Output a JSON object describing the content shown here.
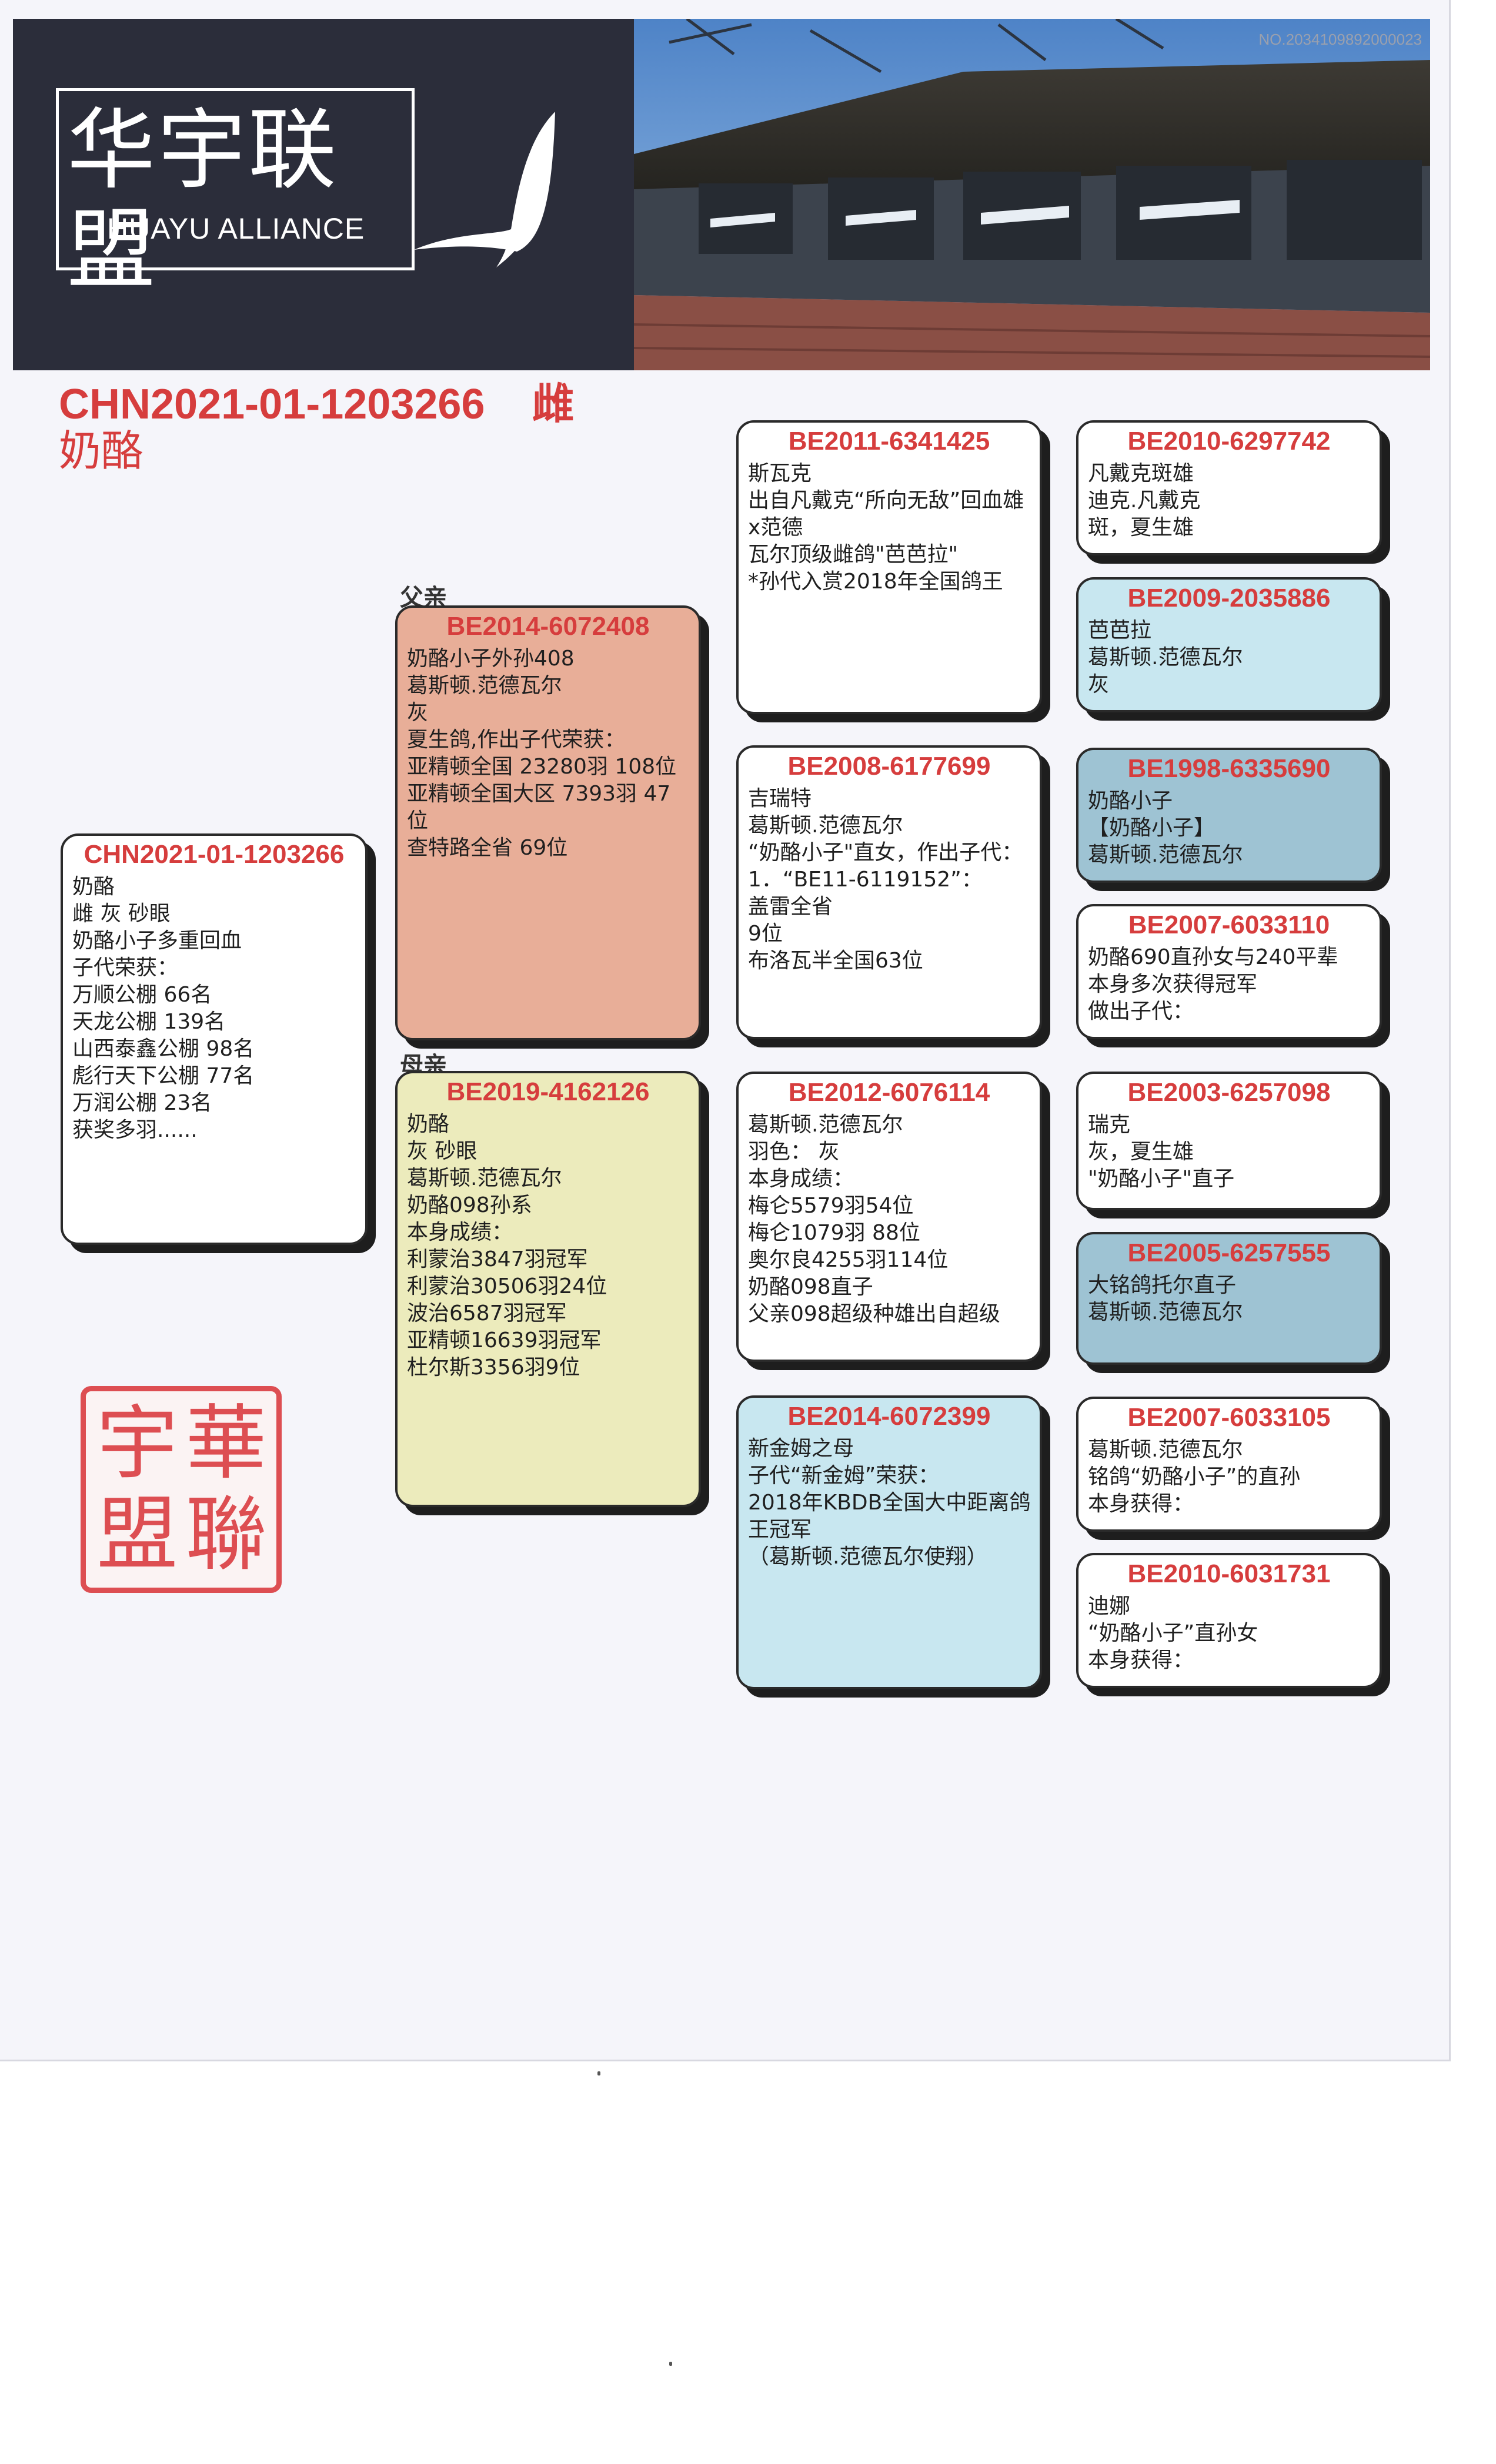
{
  "brand": {
    "name_cn": "华宇联盟",
    "name_en": "HUAYU ALLIANCE",
    "serial": "NO.2034109892000023"
  },
  "heading": {
    "ring": "CHN2021-01-1203266    雌",
    "name": "奶酪"
  },
  "labels": {
    "father": "父亲",
    "mother": "母亲"
  },
  "subject": {
    "ring": "CHN2021-01-1203266",
    "lines": "奶酪\n雌   灰   砂眼\n奶酪小子多重回血\n子代荣获：\n万顺公棚 66名\n天龙公棚 139名\n山西泰鑫公棚 98名\n彪行天下公棚 77名\n万润公棚 23名\n获奖多羽......"
  },
  "father": {
    "ring": "BE2014-6072408",
    "lines": "奶酪小子外孙408\n葛斯顿.范德瓦尔\n灰\n夏生鸽,作出子代荣获：\n亚精顿全国    23280羽 108位\n亚精顿全国大区 7393羽  47位\n查特路全省             69位"
  },
  "mother": {
    "ring": "BE2019-4162126",
    "lines": "奶酪\n灰   砂眼\n葛斯顿.范德瓦尔\n奶酪098孙系\n本身成绩：\n利蒙治3847羽冠军\n利蒙治30506羽24位\n波治6587羽冠军\n亚精顿16639羽冠军\n杜尔斯3356羽9位"
  },
  "grandparents": {
    "ff": {
      "ring": "BE2011-6341425",
      "lines": "斯瓦克\n出自凡戴克“所向无敌”回血雄x范德\n瓦尔顶级雌鸽\"芭芭拉\"\n*孙代入赏2018年全国鸽王"
    },
    "fm": {
      "ring": "BE2008-6177699",
      "lines": "吉瑞特\n葛斯顿.范德瓦尔\n“奶酪小子\"直女，作出子代：\n1．“BE11-6119152”：\n盖雷全省\n9位\n布洛瓦半全国63位"
    },
    "mf": {
      "ring": "BE2012-6076114",
      "lines": "葛斯顿.范德瓦尔\n羽色：  灰\n本身成绩：\n梅仑5579羽54位\n梅仑1079羽 88位\n奥尔良4255羽114位\n奶酪098直子\n父亲098超级种雄出自超级"
    },
    "mm": {
      "ring": "BE2014-6072399",
      "lines": "新金姆之母\n子代“新金姆”荣获：\n2018年KBDB全国大中距离鸽王冠军\n（葛斯顿.范德瓦尔使翔）"
    }
  },
  "great_grandparents": {
    "fff": {
      "ring": "BE2010-6297742",
      "lines": "凡戴克斑雄\n迪克.凡戴克\n斑，夏生雄"
    },
    "ffm": {
      "ring": "BE2009-2035886",
      "lines": "芭芭拉\n葛斯顿.范德瓦尔\n灰"
    },
    "fmf": {
      "ring": "BE1998-6335690",
      "lines": "奶酪小子\n【奶酪小子】\n葛斯顿.范德瓦尔"
    },
    "fmm": {
      "ring": "BE2007-6033110",
      "lines": "奶酪690直孙女与240平辈\n本身多次获得冠军\n做出子代："
    },
    "mff": {
      "ring": "BE2003-6257098",
      "lines": "瑞克\n灰，夏生雄\n\"奶酪小子\"直子"
    },
    "mfm": {
      "ring": "BE2005-6257555",
      "lines": "大铭鸽托尔直子\n葛斯顿.范德瓦尔"
    },
    "mmf": {
      "ring": "BE2007-6033105",
      "lines": "葛斯顿.范德瓦尔\n铭鸽“奶酪小子”的直孙\n本身获得："
    },
    "mmm": {
      "ring": "BE2010-6031731",
      "lines": "迪娜\n “奶酪小子”直孙女\n本身获得："
    }
  },
  "seal": {
    "chars": [
      "華",
      "宇",
      "聯",
      "盟"
    ]
  },
  "colors": {
    "ring_red": "#d63d3d",
    "father_fill": "#e8ae98",
    "mother_fill": "#ecebbc",
    "cyan_fill": "#c8e7f0",
    "teal_fill": "#9ec3d3",
    "seal_red": "#dd4e52"
  }
}
